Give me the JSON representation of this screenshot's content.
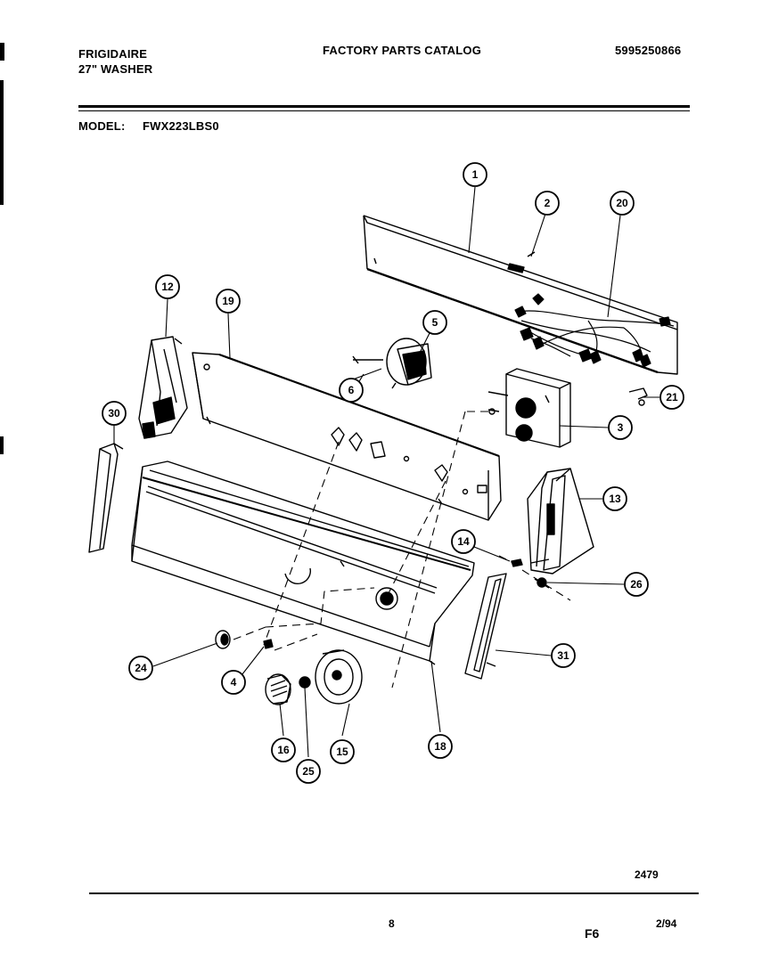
{
  "header": {
    "brand": "FRIGIDAIRE",
    "product": "27\" WASHER",
    "catalog_title": "FACTORY PARTS CATALOG",
    "catalog_number": "5995250866",
    "model_label": "MODEL:",
    "model_value": "FWX223LBS0"
  },
  "callouts": [
    "1",
    "2",
    "20",
    "12",
    "19",
    "5",
    "6",
    "21",
    "3",
    "30",
    "13",
    "14",
    "26",
    "31",
    "24",
    "4",
    "16",
    "25",
    "15",
    "18"
  ],
  "footer": {
    "drawing_number": "2479",
    "page_number": "8",
    "section": "F6",
    "date": "2/94"
  }
}
